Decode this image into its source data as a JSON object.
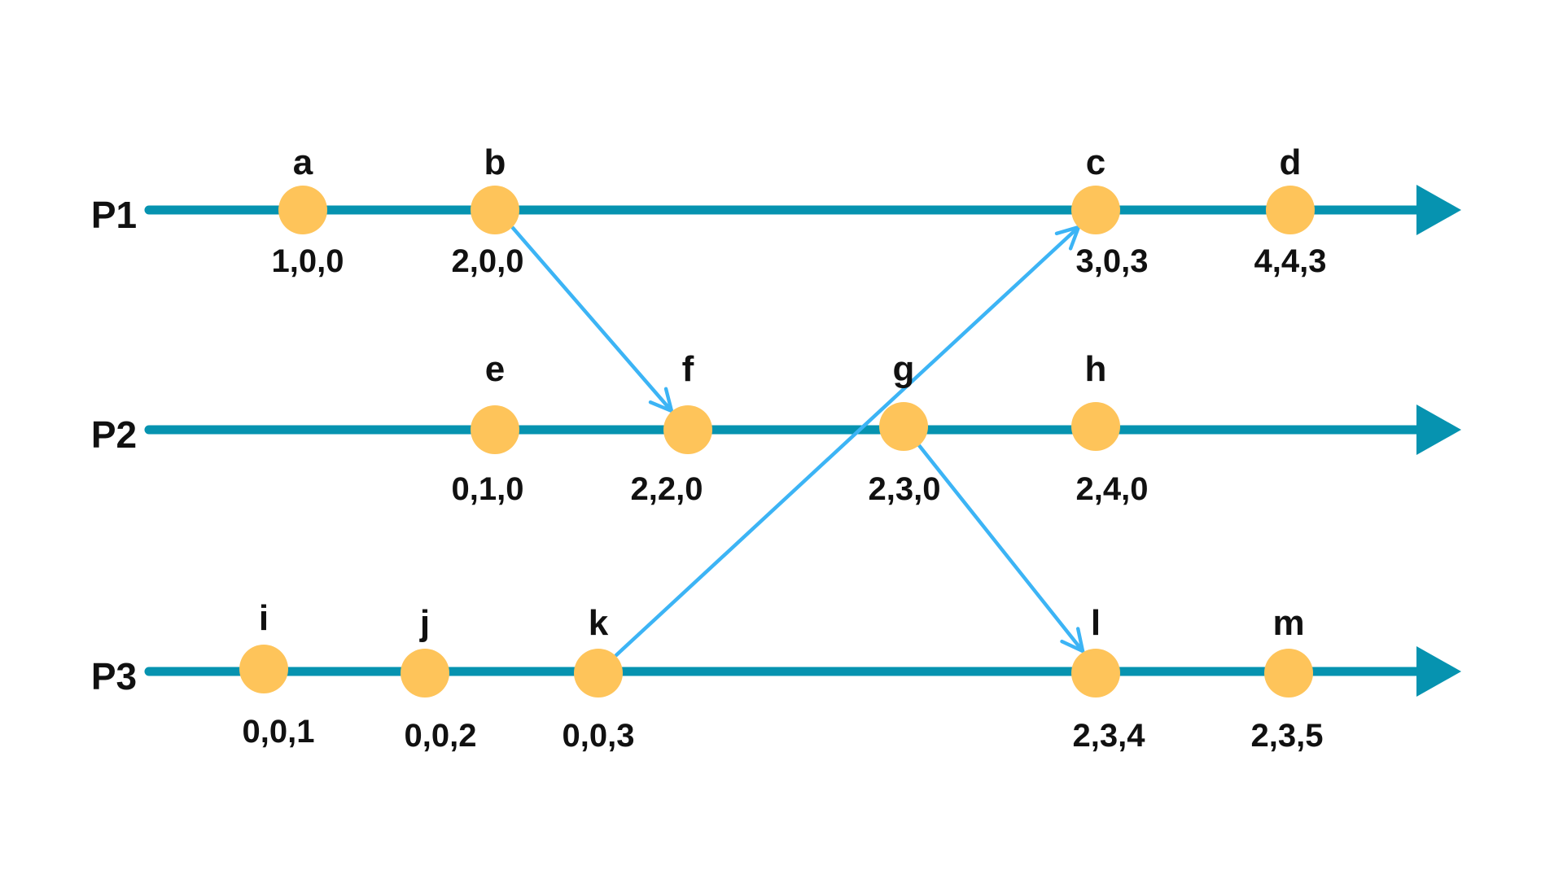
{
  "colors": {
    "timeline": "#0693b0",
    "event_dot": "#fec45a",
    "message_arrow": "#3cb4f5",
    "text": "#111111",
    "background": "#ffffff"
  },
  "processes": [
    {
      "id": "P1",
      "label": "P1"
    },
    {
      "id": "P2",
      "label": "P2"
    },
    {
      "id": "P3",
      "label": "P3"
    }
  ],
  "events": [
    {
      "id": "a",
      "name": "a",
      "process": "P1",
      "clock": "1,0,0"
    },
    {
      "id": "b",
      "name": "b",
      "process": "P1",
      "clock": "2,0,0"
    },
    {
      "id": "c",
      "name": "c",
      "process": "P1",
      "clock": "3,0,3"
    },
    {
      "id": "d",
      "name": "d",
      "process": "P1",
      "clock": "4,4,3"
    },
    {
      "id": "e",
      "name": "e",
      "process": "P2",
      "clock": "0,1,0"
    },
    {
      "id": "f",
      "name": "f",
      "process": "P2",
      "clock": "2,2,0"
    },
    {
      "id": "g",
      "name": "g",
      "process": "P2",
      "clock": "2,3,0"
    },
    {
      "id": "h",
      "name": "h",
      "process": "P2",
      "clock": "2,4,0"
    },
    {
      "id": "i",
      "name": "i",
      "process": "P3",
      "clock": "0,0,1"
    },
    {
      "id": "j",
      "name": "j",
      "process": "P3",
      "clock": "0,0,2"
    },
    {
      "id": "k",
      "name": "k",
      "process": "P3",
      "clock": "0,0,3"
    },
    {
      "id": "l",
      "name": "l",
      "process": "P3",
      "clock": "2,3,4"
    },
    {
      "id": "m",
      "name": "m",
      "process": "P3",
      "clock": "2,3,5"
    }
  ],
  "messages": [
    {
      "from": "b",
      "to": "f"
    },
    {
      "from": "k",
      "to": "c"
    },
    {
      "from": "g",
      "to": "l"
    }
  ]
}
